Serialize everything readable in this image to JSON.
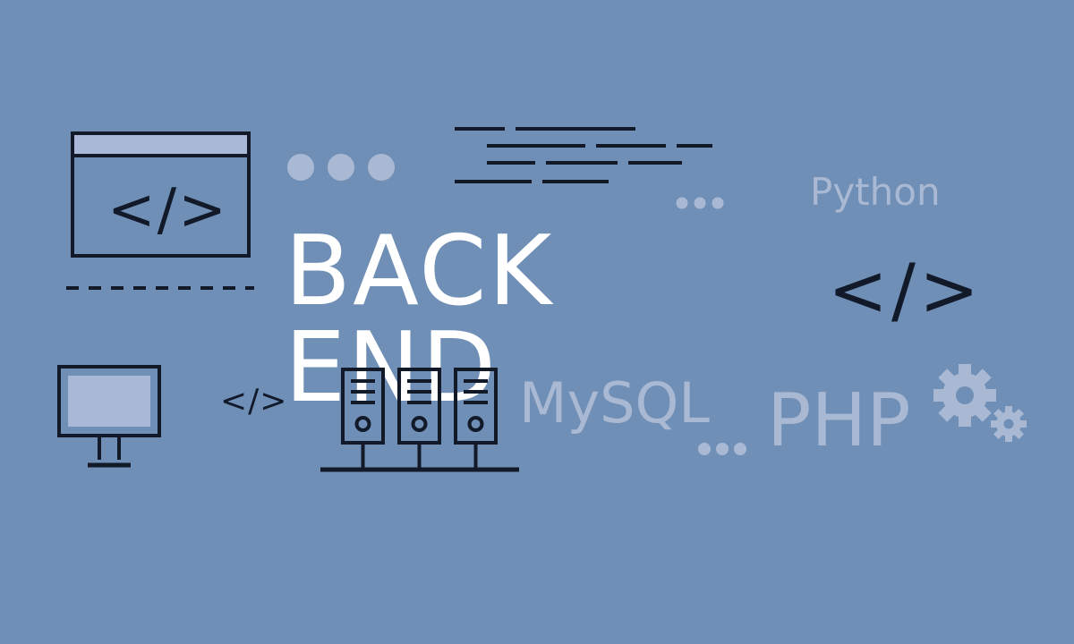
{
  "banner": {
    "title": "BACK END",
    "code_tag": "</>",
    "languages": {
      "python": "Python",
      "mysql": "MySQL",
      "php": "PHP"
    }
  },
  "icons": [
    "code-window-icon",
    "monitor-icon",
    "server-rack-icon",
    "gears-icon",
    "code-lines-icon",
    "ellipsis-icon"
  ],
  "colors": {
    "background": "#6f8fb6",
    "outline": "#121a2a",
    "title": "#ffffff",
    "faded_text": "#aab9d3",
    "window_bar": "#a8b8d6"
  }
}
